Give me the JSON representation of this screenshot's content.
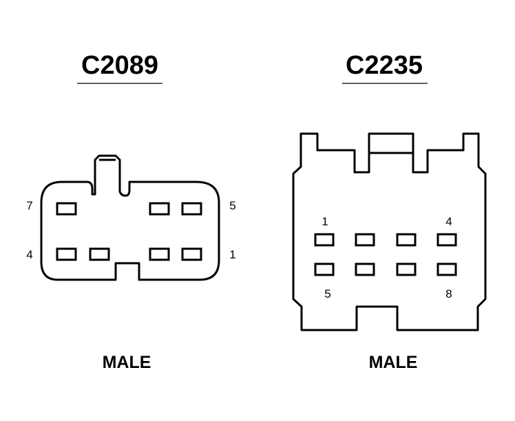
{
  "connectors": [
    {
      "title": "C2089",
      "gender": "MALE",
      "labels": {
        "top_left": "7",
        "top_right": "5",
        "bottom_left": "4",
        "bottom_right": "1"
      }
    },
    {
      "title": "C2235",
      "gender": "MALE",
      "labels": {
        "top_left": "1",
        "top_right": "4",
        "bottom_left": "5",
        "bottom_right": "8"
      }
    }
  ]
}
